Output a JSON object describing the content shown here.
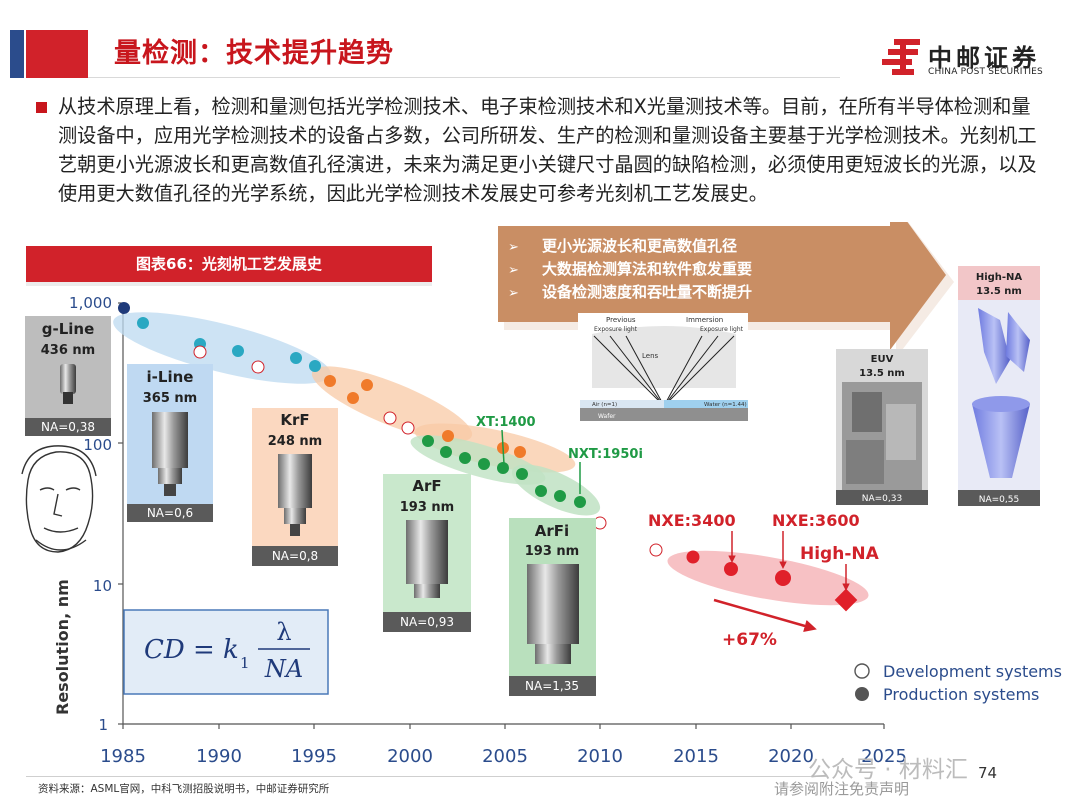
{
  "header": {
    "title": "量检测：技术提升趋势",
    "logo_cn": "中邮证券",
    "logo_en": "CHINA POST SECURITIES"
  },
  "body": {
    "paragraph": "从技术原理上看，检测和量测包括光学检测技术、电子束检测技术和X光量测技术等。目前，在所有半导体检测和量测设备中，应用光学检测技术的设备占多数，公司所研发、生产的检测和量测设备主要基于光学检测技术。光刻机工艺朝更小光源波长和更高数值孔径演进，未来为满足更小关键尺寸晶圆的缺陷检测，必须使用更短波长的光源，以及使用更大数值孔径的光学系统，因此光学检测技术发展史可参考光刻机工艺发展史。"
  },
  "figure": {
    "caption": "图表66：光刻机工艺发展史",
    "trends": [
      "更小光源波长和更高数值孔径",
      "大数据检测算法和软件愈发重要",
      "设备检测速度和吞吐量不断提升"
    ],
    "trend_marker": "➢",
    "ylabel": "Resolution, nm",
    "yticks": [
      "1,000",
      "100",
      "10",
      "1"
    ],
    "xticks": [
      "1985",
      "1990",
      "1995",
      "2000",
      "2005",
      "2010",
      "2015",
      "2020",
      "2025"
    ],
    "generations": [
      {
        "name": "g-Line",
        "wavelength": "436 nm",
        "na": "NA=0,38"
      },
      {
        "name": "i-Line",
        "wavelength": "365 nm",
        "na": "NA=0,6"
      },
      {
        "name": "KrF",
        "wavelength": "248 nm",
        "na": "NA=0,8"
      },
      {
        "name": "ArF",
        "wavelength": "193 nm",
        "na": "NA=0,93"
      },
      {
        "name": "ArFi",
        "wavelength": "193 nm",
        "na": "NA=1,35"
      },
      {
        "name": "EUV",
        "wavelength": "13.5 nm",
        "na": "NA=0,33"
      },
      {
        "name": "High-NA",
        "wavelength": "13.5 nm",
        "na": "NA=0,55"
      }
    ],
    "annotations": {
      "xt1400": "XT:1400",
      "nxt1950i": "NXT:1950i",
      "nxe3400": "NXE:3400",
      "nxe3600": "NXE:3600",
      "high_na": "High-NA",
      "gain": "+67%"
    },
    "inset": {
      "previous": "Previous",
      "immersion": "Immersion",
      "exposure_light": "Exposure light",
      "lens": "Lens",
      "air": "Air (n=1)",
      "water": "Water (n=1.44)",
      "wafer": "Wafer"
    },
    "formula": {
      "lhs": "CD = k",
      "sub": "1",
      "num": "λ",
      "den": "NA"
    },
    "legend": {
      "development": "Development systems",
      "production": "Production systems"
    },
    "colors": {
      "navy": "#1f3a7a",
      "teal": "#2aa8c2",
      "orange": "#f07a2a",
      "green": "#1f9a45",
      "red": "#e0202a",
      "brand_red": "#d1222a"
    }
  },
  "footer": {
    "source": "资料来源：ASML官网，中科飞测招股说明书，中邮证券研究所",
    "page": "74",
    "watermark": "公众号 · 材料汇",
    "watermark2": "请参阅附注免责声明"
  }
}
